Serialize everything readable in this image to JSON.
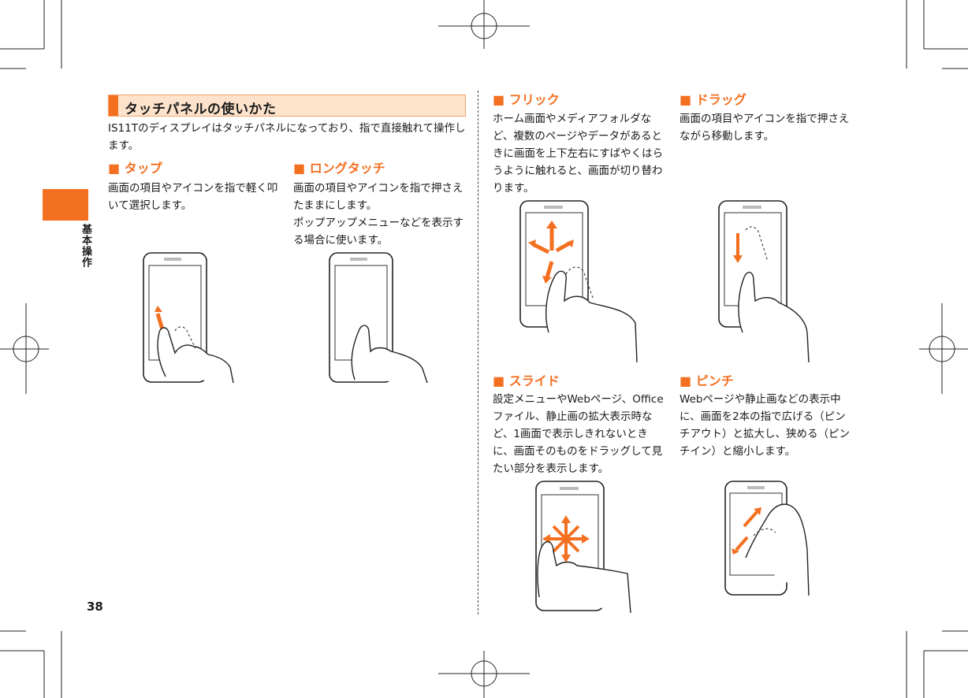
{
  "page_number": "38",
  "side_tab_label": "基本操作",
  "title": "タッチパネルの使いかた",
  "intro": "IS11Tのディスプレイはタッチパネルになっており、指で直接触れて操作します。",
  "sections": {
    "tap": {
      "heading": "■ タップ",
      "body": "画面の項目やアイコンを指で軽く叩いて選択します。"
    },
    "long_touch": {
      "heading": "■ ロングタッチ",
      "body1": "画面の項目やアイコンを指で押さえたままにします。",
      "body2": "ポップアップメニューなどを表示する場合に使います。"
    },
    "flick": {
      "heading": "■ フリック",
      "body": "ホーム画面やメディアフォルダなど、複数のページやデータがあるときに画面を上下左右にすばやくはらうように触れると、画面が切り替わります。"
    },
    "drag": {
      "heading": "■ ドラッグ",
      "body": "画面の項目やアイコンを指で押さえながら移動します。"
    },
    "slide": {
      "heading": "■ スライド",
      "body": "設定メニューやWebページ、Officeファイル、静止画の拡大表示時など、1画面で表示しきれないときに、画面そのものをドラッグして見たい部分を表示します。"
    },
    "pinch": {
      "heading": "■ ピンチ",
      "body": "Webページや静止画などの表示中に、画面を2本の指で広げる（ピンチアウト）と拡大し、狭める（ピンチイン）と縮小します。"
    }
  },
  "colors": {
    "accent": "#f37021",
    "title_bg": "#fde3cc"
  }
}
